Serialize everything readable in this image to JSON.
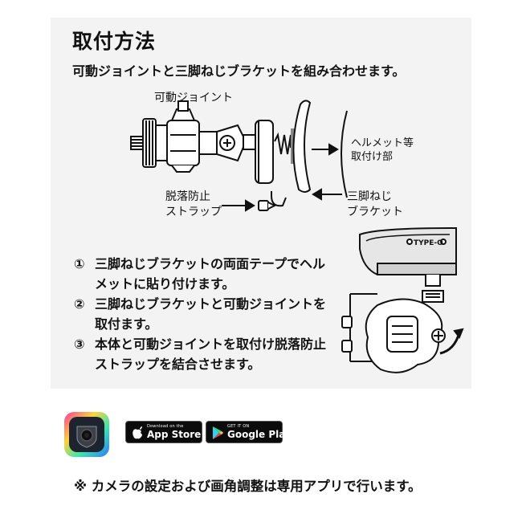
{
  "title": "取付方法",
  "subtitle": "可動ジョイントと三脚ねじブラケットを組み合わせます。",
  "diagram": {
    "label_joint": "可動ジョイント",
    "label_helmet": [
      "ヘルメット等",
      "取付け部"
    ],
    "label_strap": [
      "脱落防止",
      "ストラップ"
    ],
    "label_bracket": [
      "三脚ねじ",
      "ブラケット"
    ],
    "device_text": "TYPE-O"
  },
  "steps": [
    {
      "num": "①",
      "text": "三脚ねじブラケットの両面テープでヘルメットに貼り付けます。"
    },
    {
      "num": "②",
      "text": "三脚ねじブラケットと可動ジョイントを取付ます。"
    },
    {
      "num": "③",
      "text": "本体と可動ジョイントを取付け脱落防止ストラップを結合させます。"
    }
  ],
  "stores": {
    "app_store_small": "Download on the",
    "app_store_big": "App Store",
    "google_play_small": "GET IT ON",
    "google_play_big": "Google Play"
  },
  "note": "※ カメラの設定および画角調整は専用アプリで行います。"
}
